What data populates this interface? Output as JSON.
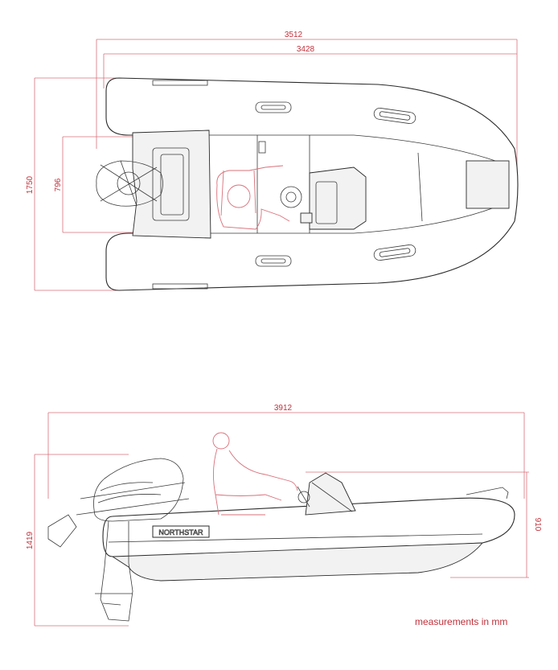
{
  "top_view": {
    "dim_overall_length": "3512",
    "dim_tube_length": "3428",
    "dim_beam": "1750",
    "dim_inner_beam": "796"
  },
  "side_view": {
    "dim_length_with_motor": "3912",
    "dim_height_with_motor": "1419",
    "dim_height_console": "910",
    "brand": "NORTHSTAR"
  },
  "note": "measurements in mm"
}
